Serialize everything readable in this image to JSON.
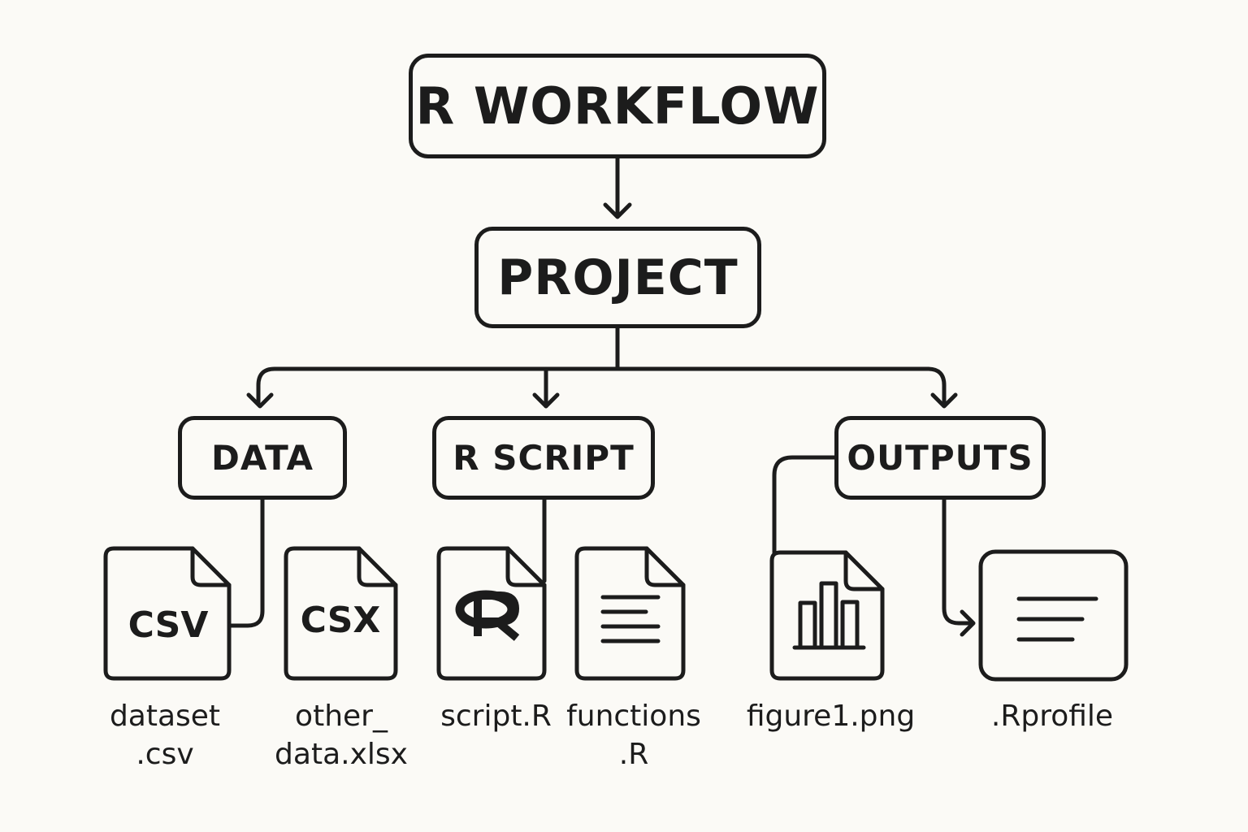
{
  "title": "R WORKFLOW",
  "project": "PROJECT",
  "folders": {
    "data": "DATA",
    "script": "R SCRIPT",
    "outputs": "OUTPUTS"
  },
  "files": {
    "dataset": {
      "icon_text": "CSV",
      "name": "dataset\n.csv"
    },
    "other_data": {
      "icon_text": "CSX",
      "name": "other_\ndata.xlsx"
    },
    "script": {
      "icon": "r-logo-icon",
      "name": "script.R"
    },
    "functions": {
      "icon": "document-lines-icon",
      "name": "functions\n.R"
    },
    "figure": {
      "icon": "bar-chart-icon",
      "name": "figure1.png"
    },
    "rprofile": {
      "icon": "text-lines-icon",
      "name": ".Rprofile"
    }
  },
  "colors": {
    "ink": "#1c1c1c",
    "background": "#fbfaf6"
  }
}
